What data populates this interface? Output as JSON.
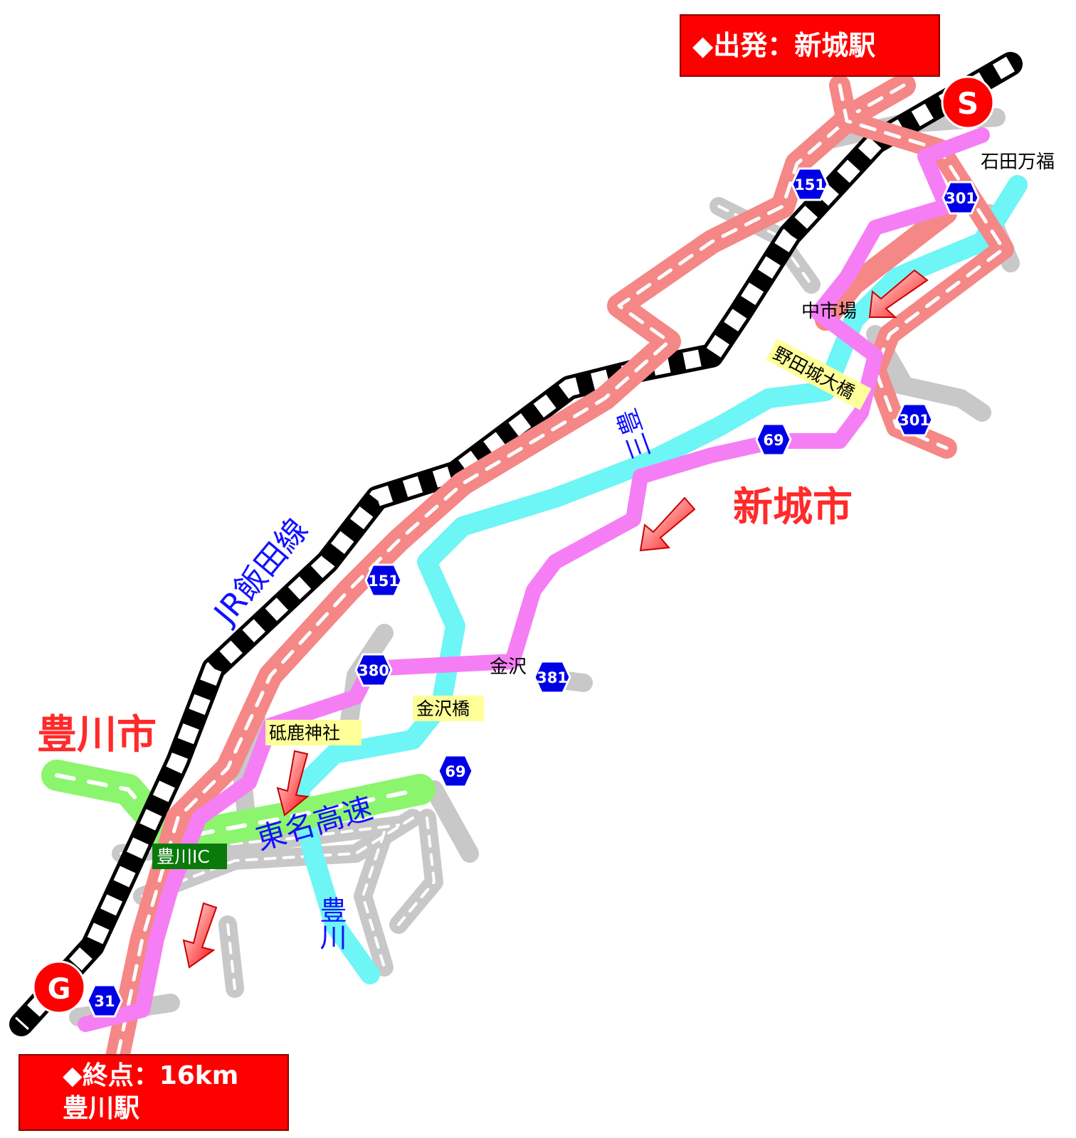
{
  "start_box": {
    "diamond": "◆",
    "text": "出発：新城駅"
  },
  "end_box": {
    "diamond": "◆",
    "line1": "終点：16km",
    "line2": "豊川駅"
  },
  "markers": {
    "start": "S",
    "goal": "G"
  },
  "route_badges": {
    "r151": "151",
    "r301": "301",
    "r69": "69",
    "r380": "380",
    "r381": "381",
    "r31": "31"
  },
  "city_labels": {
    "shinshiro": "新城市",
    "toyokawa": "豊川市"
  },
  "line_labels": {
    "jr_iida": "JR飯田線",
    "tomei": "東名高速",
    "toyogawa_river": "豊川",
    "sanpo": "三豊"
  },
  "place_labels": {
    "ishida_manpuku": "石田万福",
    "nakaichiba": "中市場",
    "kanezawa": "金沢"
  },
  "signboards": {
    "nodajo_ohashi": "野田城大橋",
    "kanezawa_bashi": "金沢橋",
    "shika_jinja": "砥鹿神社",
    "toyokawa_ic": "豊川IC"
  },
  "colors": {
    "rail": "#000000",
    "rail_dash": "#ffffff",
    "highway": "#8cf56e",
    "national_road": "#f58787",
    "local_road": "#c8c8c8",
    "river": "#6ef5f5",
    "cycling_route": "#f57ef5",
    "badge": "#0000e6",
    "marker": "#ff0000",
    "city_label": "#ff2a2a",
    "line_label": "#1111ff",
    "signboard": "#ffff99",
    "ic_sign": "#0a7a0a"
  }
}
